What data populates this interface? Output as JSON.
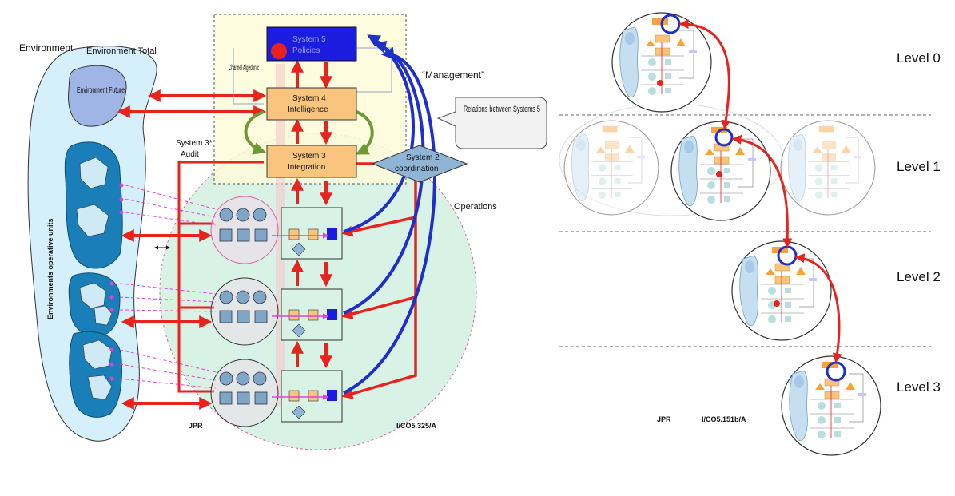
{
  "left": {
    "environment_label": "Environment",
    "environment_total_label": "Environment Total",
    "environment_future_label": "Environment Future",
    "environments_operative_units_label": "Environments operative units",
    "system5_label": "System 5",
    "system5_sublabel": "Policies",
    "channel_algedonic_label": "Channel Algedonic",
    "management_label": "“Management”",
    "system4_label": "System 4",
    "system4_sublabel": "Intelligence",
    "relations_callout": "Relations between Systems 5",
    "system3star_label": "System 3*",
    "audit_label": "Audit",
    "system3_label": "System 3",
    "system3_sublabel": "Integration",
    "system2_label": "System 2",
    "system2_sublabel": "coordination",
    "operations_label": "Operations",
    "author_label": "JPR",
    "code_label": "I/CO5.325/A"
  },
  "right": {
    "levels": [
      "Level 0",
      "Level 1",
      "Level 2",
      "Level 3"
    ],
    "author_label": "JPR",
    "code_label": "I/CO5.151b/A"
  },
  "colors": {
    "red_arrow": "#e8231e",
    "blue_arrow": "#1f2fc9",
    "green_arrow": "#6e9a35",
    "orange_box": "#f9c57e",
    "system5_blue": "#1c1ce0",
    "operations_green": "#d8f2e6",
    "environment_light": "#d6f0fb",
    "environment_dark": "#1a7fb8",
    "system2_diamond": "#8fb4d6"
  }
}
